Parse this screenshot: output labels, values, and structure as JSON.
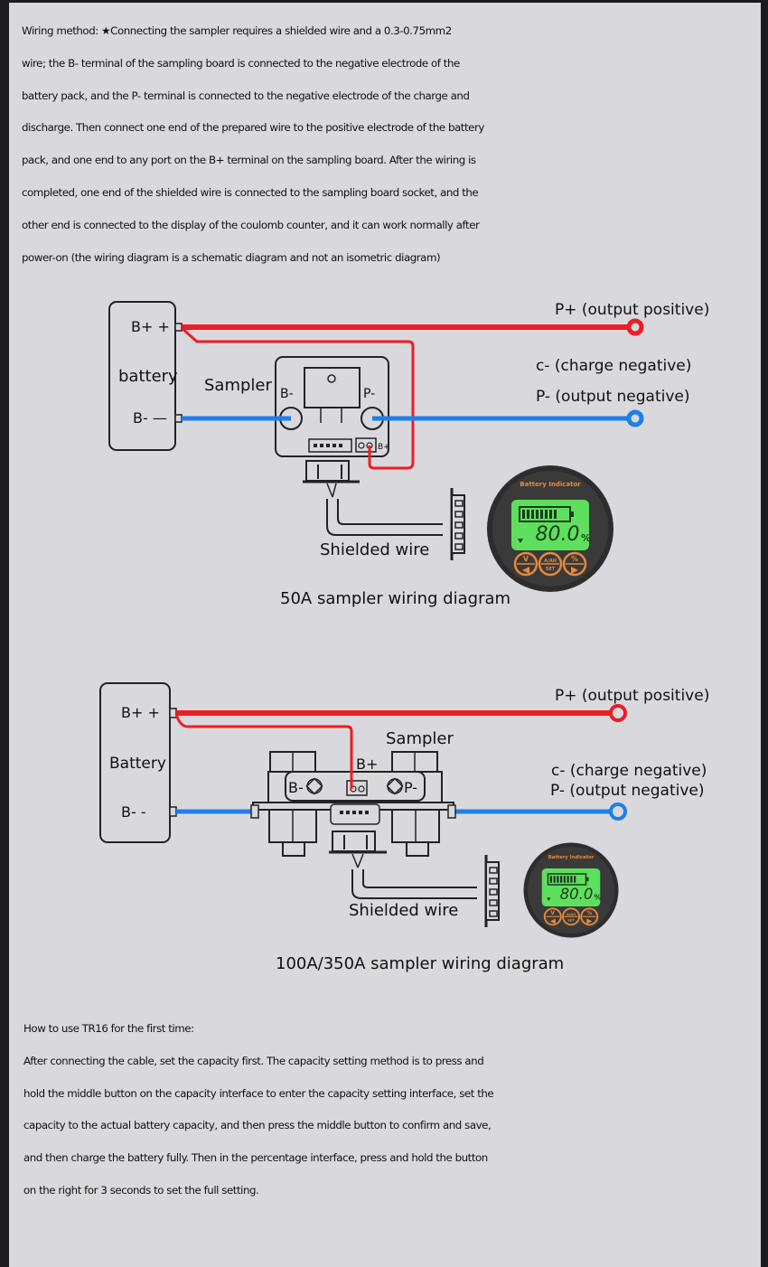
{
  "intro": {
    "lines": [
      "Wiring method: ★Connecting the sampler requires a shielded wire and a 0.3-0.75mm2",
      "wire; the B- terminal of the sampling board is connected to the negative electrode of the",
      "battery pack, and the P- terminal is connected to the negative electrode of the charge and",
      "discharge. Then connect one end of the prepared wire to the positive electrode of the battery",
      "pack, and one end to any port on the B+ terminal on the sampling board. After the wiring is",
      "completed, one end of the shielded wire is connected to the sampling board socket, and the",
      "other end is connected to the display of the coulomb counter, and it can work normally after",
      "power-on (the wiring diagram is a schematic diagram and not an isometric diagram)"
    ]
  },
  "diagram1": {
    "caption": "50A sampler wiring diagram",
    "battery_label": "battery",
    "terminal_bplus": "B+ +",
    "terminal_bminus": "B-  —",
    "sampler_label": "Sampler",
    "sampler_bminus": "B-",
    "sampler_pminus": "P-",
    "sampler_bplus": "B+",
    "output_positive": "P+ (output positive)",
    "charge_negative": "c- (charge negative)",
    "output_negative": "P- (output negative)",
    "shielded_wire": "Shielded wire"
  },
  "diagram2": {
    "caption": "100A/350A sampler wiring diagram",
    "battery_label": "Battery",
    "terminal_bplus": "B+  +",
    "terminal_bminus": "B-   -",
    "sampler_label": "Sampler",
    "sampler_bminus": "B-",
    "sampler_pminus": "P-",
    "sampler_bplus": "B+",
    "output_positive": "P+ (output positive)",
    "charge_negative": "c- (charge negative)",
    "output_negative": "P- (output negative)",
    "shielded_wire": "Shielded wire"
  },
  "meter": {
    "brand": "Battery Indicator",
    "reading": "80.0",
    "unit": "%",
    "button_left_top": "V",
    "button_mid_top": "A/AH",
    "button_mid_bottom": "SET",
    "button_right_top": "%"
  },
  "first_use": {
    "heading": "How to use TR16 for the first time:",
    "lines": [
      "After connecting the cable, set the capacity first. The capacity setting method is to press and",
      "hold the middle button on the capacity interface to enter the capacity setting interface, set the",
      "capacity to the actual battery capacity, and then press the middle button to confirm and save,",
      "and then charge the battery fully. Then in the percentage interface, press and hold the button",
      "on the right for 3 seconds to set the full setting."
    ]
  },
  "colors": {
    "positive_wire": "#ee1c24",
    "negative_wire": "#1f7fe8",
    "background": "#d9d9dd",
    "lcd": "#5ee05e",
    "meter_accent": "#e8893a"
  }
}
